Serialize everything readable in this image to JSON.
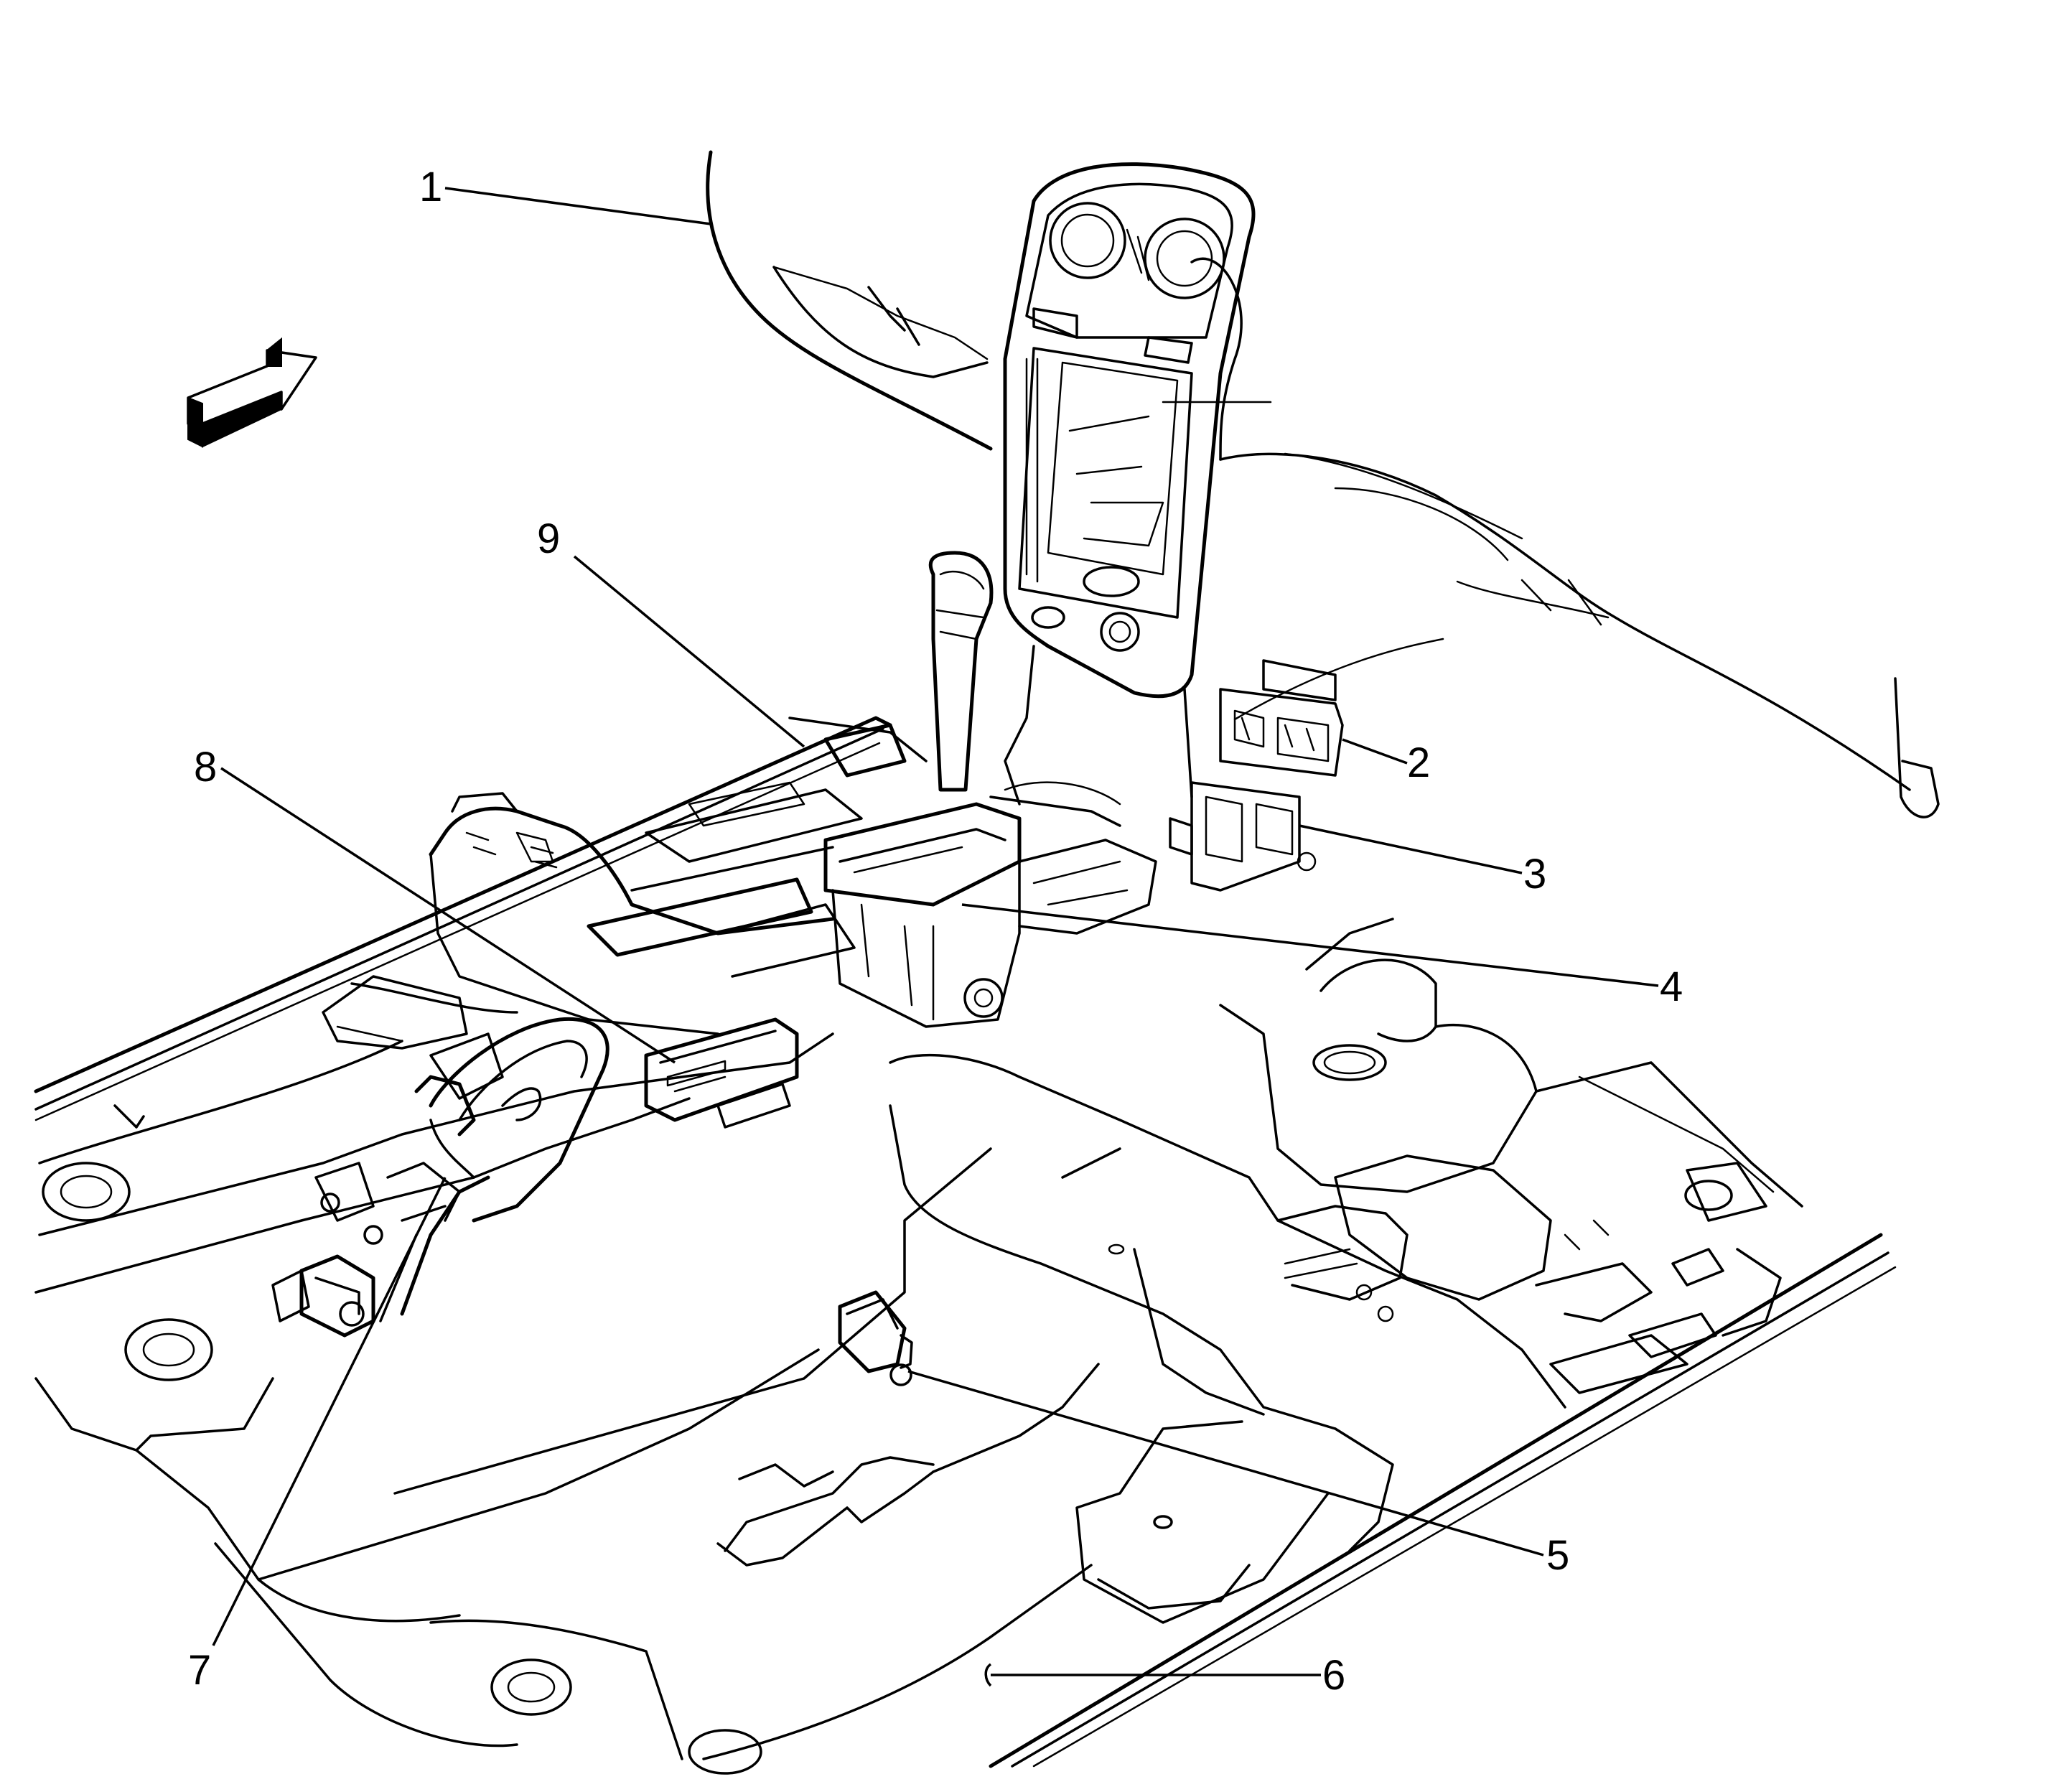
{
  "callouts": [
    {
      "id": "1",
      "label": "1"
    },
    {
      "id": "2",
      "label": "2"
    },
    {
      "id": "3",
      "label": "3"
    },
    {
      "id": "4",
      "label": "4"
    },
    {
      "id": "5",
      "label": "5"
    },
    {
      "id": "6",
      "label": "6"
    },
    {
      "id": "7",
      "label": "7"
    },
    {
      "id": "8",
      "label": "8"
    },
    {
      "id": "9",
      "label": "9"
    }
  ],
  "colors": {
    "line": "#000000",
    "background": "#ffffff"
  },
  "icons": {
    "direction_arrow": "forward-arrow-icon"
  }
}
